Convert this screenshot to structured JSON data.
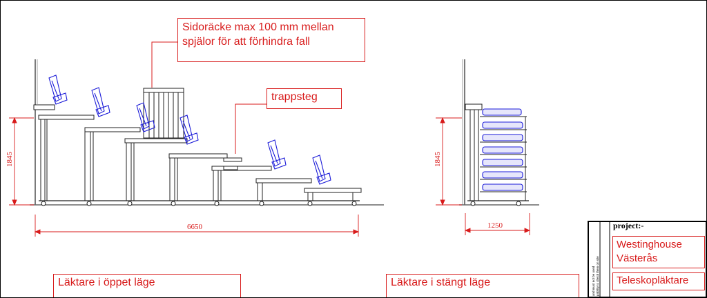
{
  "annotations": {
    "railing_note_line1": "Sidoräcke max 100 mm mellan",
    "railing_note_line2": "spjälor för att förhindra fall",
    "stairs_note": "trappsteg",
    "open_caption": "Läktare i öppet läge",
    "closed_caption": "Läktare i stängt läge"
  },
  "dimensions": {
    "open_height": "1845",
    "open_width": "6650",
    "closed_height": "1845",
    "closed_width": "1250"
  },
  "title_block": {
    "project_label": "project:-",
    "client_line1": "Westinghouse",
    "client_line2": "Västerås",
    "product": "Teleskopläktare",
    "note_line1": "and must not be used",
    "note_line2": "pability to check them on site"
  },
  "colors": {
    "annotation": "#d81b1b",
    "seat": "#1a1ad8",
    "structure": "#222222"
  }
}
